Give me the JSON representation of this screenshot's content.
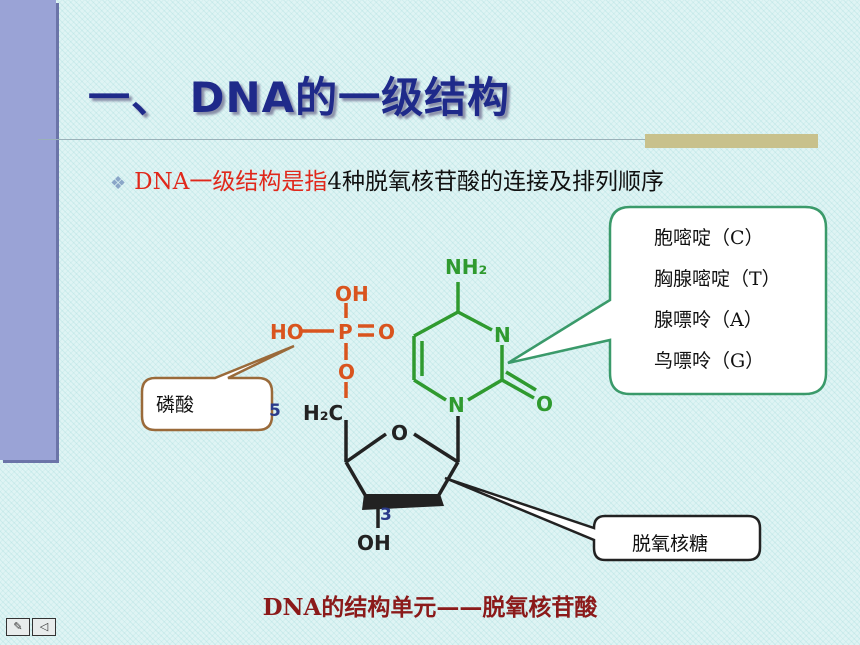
{
  "slide": {
    "title": "一、 DNA的一级结构",
    "bullet_red": "DNA一级结构是指",
    "bullet_black": "4种脱氧核苷酸的连接及排列顺序",
    "caption": "DNA的结构单元——脱氧核苷酸"
  },
  "diagram": {
    "phosphate": {
      "oh_top": "OH",
      "ho": "HO",
      "p": "P",
      "o_double": "O",
      "o_link": "O"
    },
    "sugar": {
      "ch2": "H₂C",
      "ring_o": "O",
      "oh_bottom": "OH",
      "num5": "5",
      "num3": "3"
    },
    "base": {
      "nh2": "NH₂",
      "n_top": "N",
      "n_bottom": "N",
      "o_carbonyl": "O"
    },
    "labels": {
      "phosphoric_acid": "磷酸",
      "deoxyribose": "脱氧核糖",
      "bases": [
        "胞嘧啶（C）",
        "胸腺嘧啶（T）",
        "腺嘌呤（A）",
        "鸟嘌呤（G）"
      ]
    }
  },
  "colors": {
    "phosphate": "#d9541e",
    "base": "#2f9a2f",
    "sugar": "#222222",
    "title": "#1f2a8a"
  }
}
